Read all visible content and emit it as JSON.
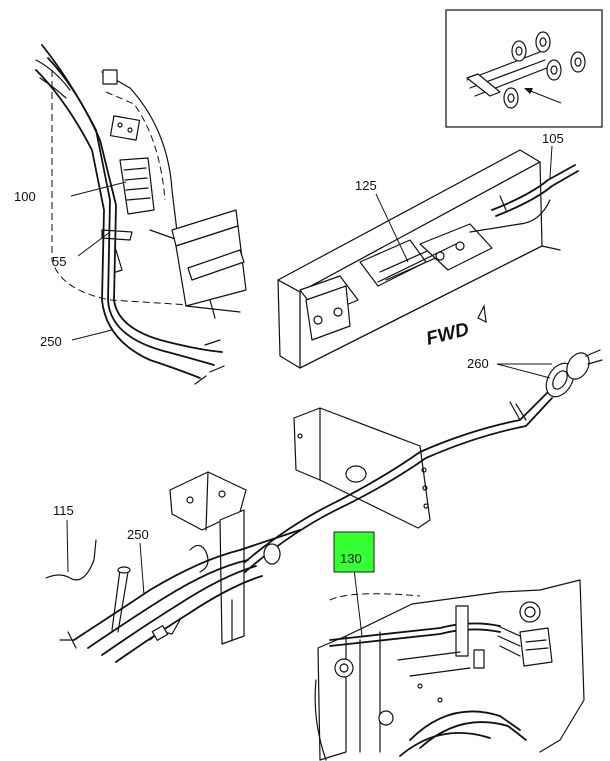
{
  "callouts": {
    "c100": "100",
    "c55": "55",
    "c250_top": "250",
    "c125": "125",
    "c105": "105",
    "c260": "260",
    "c115": "115",
    "c250_bottom": "250",
    "c130": "130"
  },
  "direction_label": "FWD",
  "highlight_color": "#33ff33",
  "line_color": "#111111"
}
